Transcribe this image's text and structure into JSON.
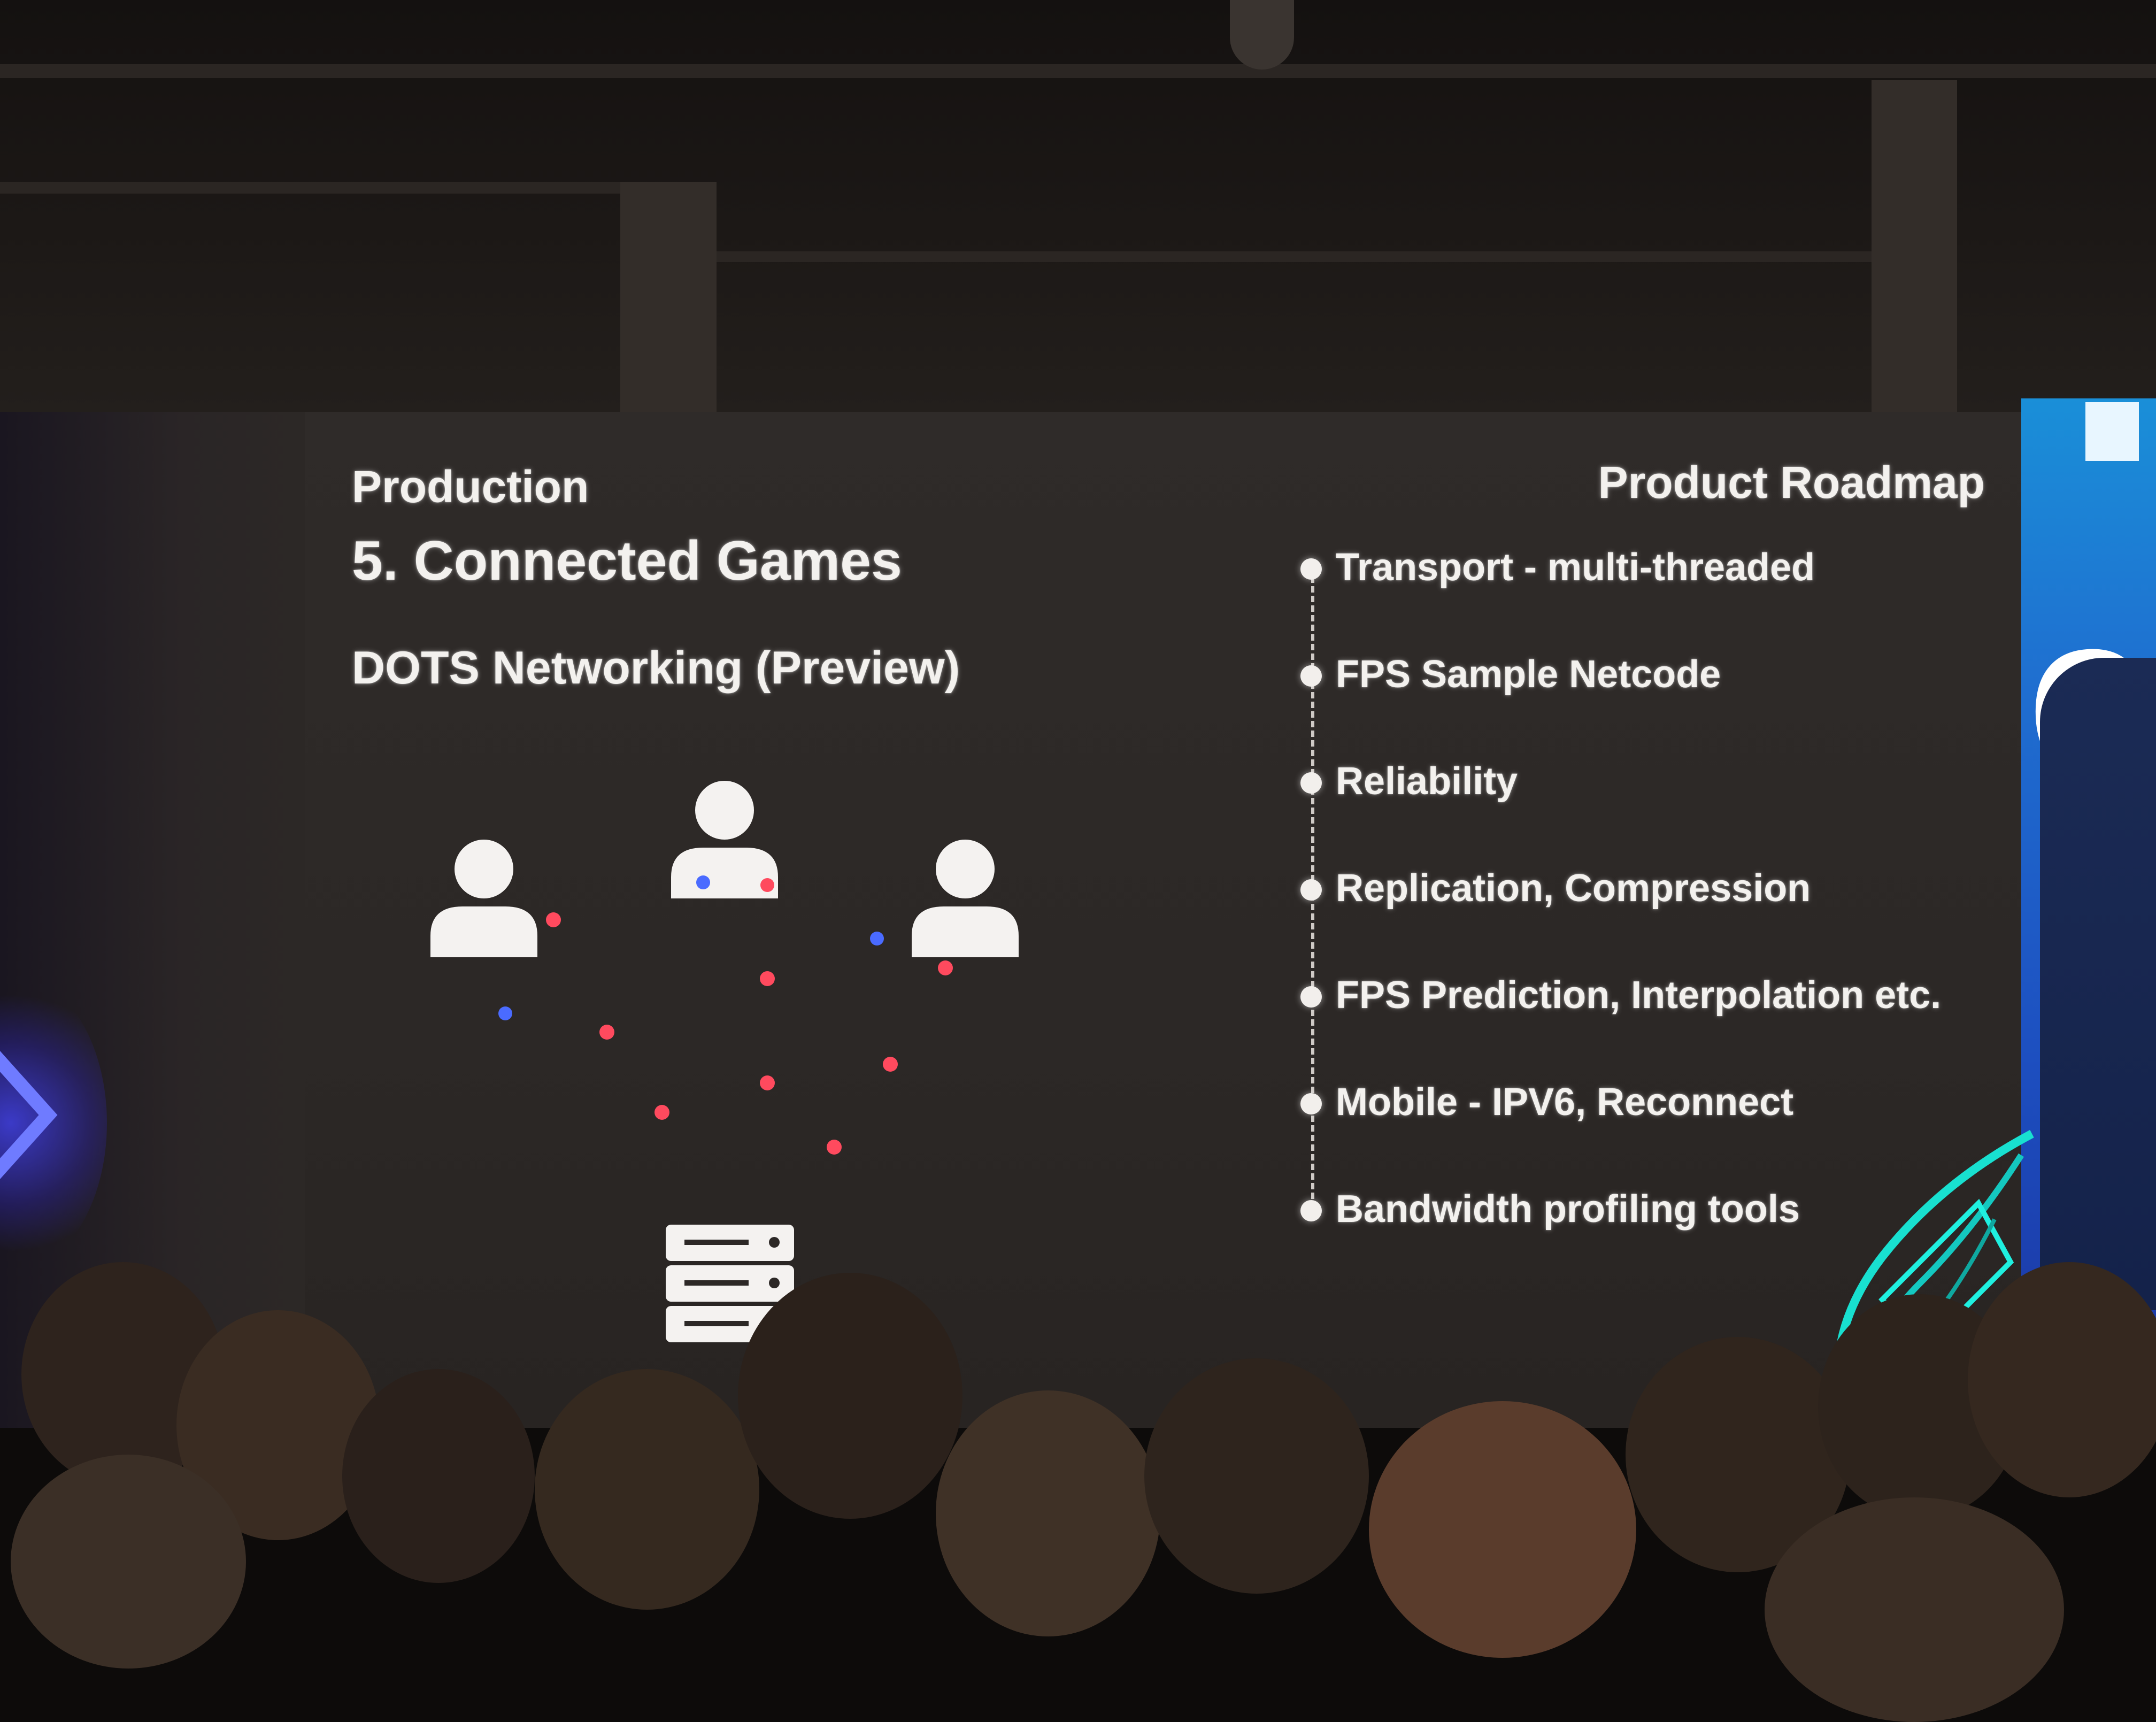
{
  "slide": {
    "section_label": "Production",
    "title": "5. Connected Games",
    "subtitle": "DOTS Networking (Preview)",
    "roadmap_heading": "Product Roadmap",
    "roadmap_items": [
      "Transport - multi-threaded",
      "FPS Sample Netcode",
      "Reliability",
      "Replication, Compression",
      "FPS Prediction, Interpolation etc.",
      "Mobile - IPV6, Reconnect",
      "Bandwidth profiling tools"
    ]
  },
  "diagram": {
    "icons": [
      "user-icon",
      "user-icon",
      "user-icon",
      "server-icon"
    ],
    "packet_colors": {
      "red": "#ff4a5e",
      "blue": "#4a6bff"
    }
  },
  "colors": {
    "slide_background": "#2c2826",
    "slide_text": "#f3f1ee",
    "side_screen": "#1f6fd0",
    "neon_logo": "#18e0d0"
  },
  "side_screen": {
    "letter": "e"
  }
}
